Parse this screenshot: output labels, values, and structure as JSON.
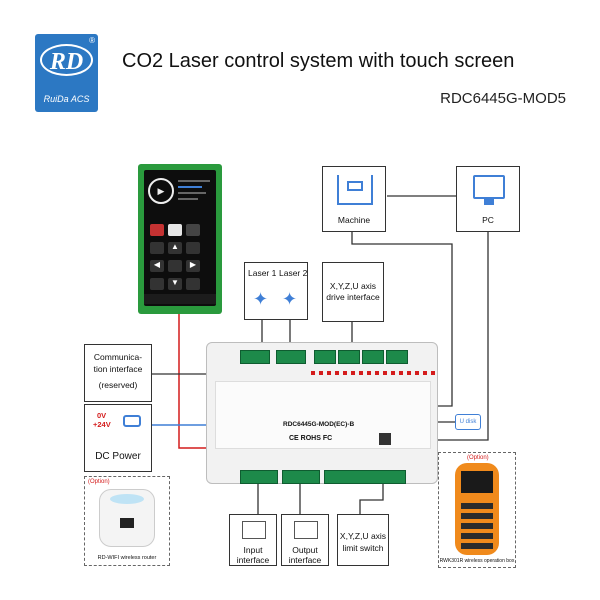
{
  "header": {
    "logo_text": "RD",
    "logo_registered": "®",
    "logo_sub": "RuiDa ACS",
    "title": "CO2 Laser control system with touch screen",
    "model": "RDC6445G-MOD5"
  },
  "nodes": {
    "laser1": "Laser 1",
    "laser2": "Laser 2",
    "xyzu_drive": "X,Y,Z,U axis drive interface",
    "machine": "Machine",
    "pc": "PC",
    "communication_lines": [
      "Communica-",
      "tion interface",
      "(reserved)"
    ],
    "dc_power": "DC Power",
    "power_0v": "0V",
    "power_24v": "+24V",
    "input_lines": [
      "Input",
      "interface"
    ],
    "output_lines": [
      "Output",
      "interface"
    ],
    "limit_lines": [
      "X,Y,Z,U axis",
      "limit switch"
    ],
    "wifi_option": "(Option)",
    "wifi_caption": "RD-WIFI wireless router",
    "remote_option": "(Option)",
    "remote_caption": "RWK301R wireless operation box",
    "usb_label": "U disk"
  },
  "board": {
    "model_label": "RDC6445G-MOD(EC)-B",
    "marks": "CE ROHS FC"
  },
  "colors": {
    "brand_blue": "#2c78c3",
    "wire_dark": "#333333",
    "wire_red": "#d41c1c",
    "connector_green": "#1d8a4a",
    "connector_blue": "#3f7fd6"
  }
}
